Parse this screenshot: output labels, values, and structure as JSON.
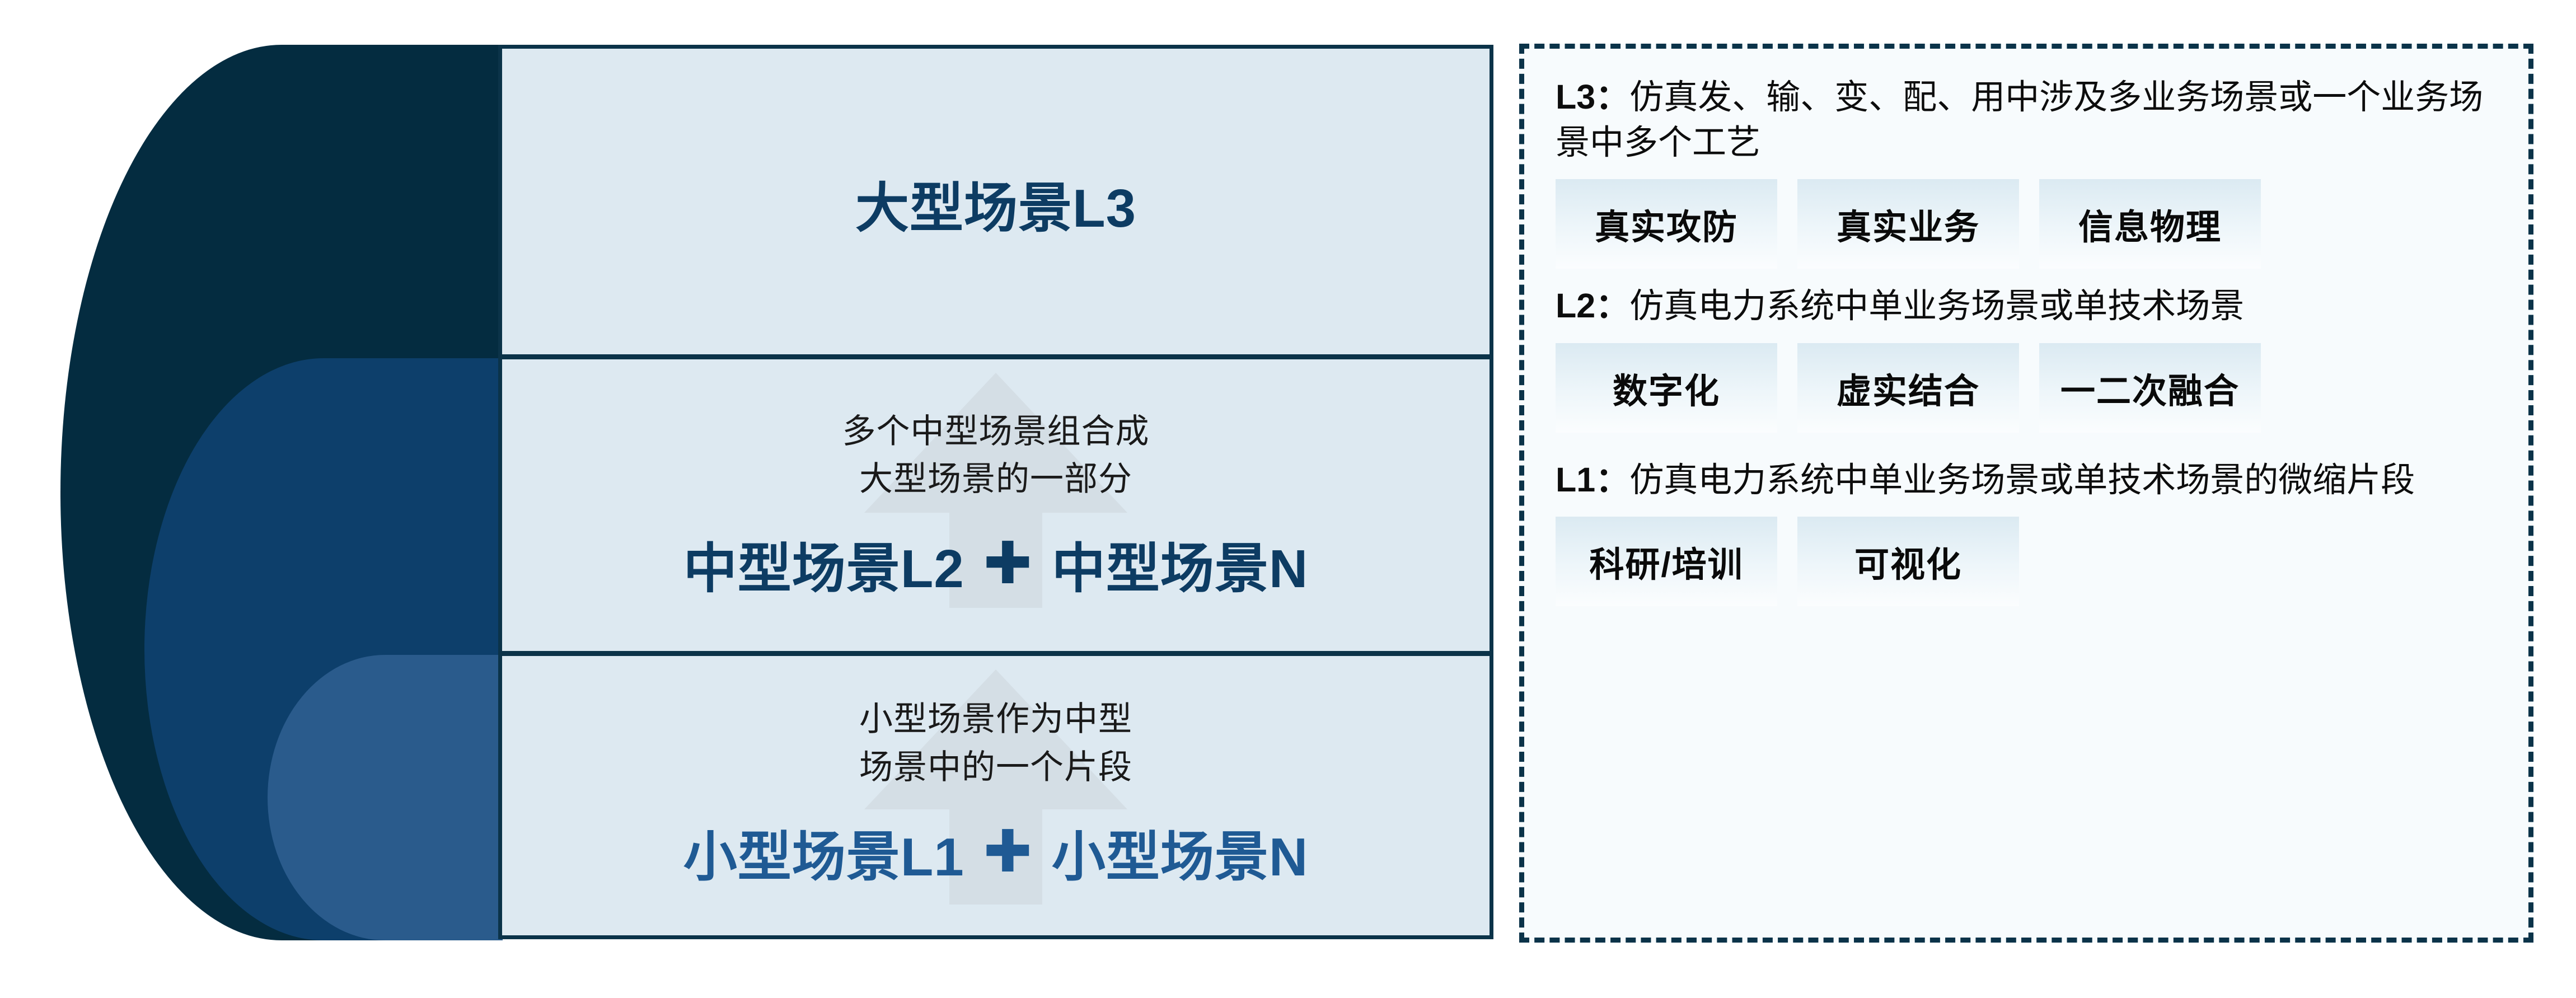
{
  "left_diagram": {
    "arcs": [
      {
        "name": "outer-arc",
        "color": "#042c40"
      },
      {
        "name": "middle-arc",
        "color": "#0d3f6b"
      },
      {
        "name": "inner-arc",
        "color": "#2a5b8c"
      }
    ],
    "tiers": [
      {
        "id": "l3",
        "desc_lines": [],
        "title": "大型场景L3",
        "plus": "",
        "title_right": "",
        "title_color": "#0d3c63"
      },
      {
        "id": "l2",
        "desc_lines": [
          "多个中型场景组合成",
          "大型场景的一部分"
        ],
        "title": "中型场景L2",
        "plus": "✚",
        "title_right": "中型场景N",
        "title_color": "#0d3c63"
      },
      {
        "id": "l1",
        "desc_lines": [
          "小型场景作为中型",
          "场景中的一个片段"
        ],
        "title": "小型场景L1",
        "plus": "✚",
        "title_right": "小型场景N",
        "title_color": "#1f5a94"
      }
    ]
  },
  "right_panel": {
    "levels": [
      {
        "label": "L3",
        "separator": "：",
        "description": "仿真发、输、变、配、用中涉及多业务场景或一个业务场景中多个工艺",
        "tags": [
          "真实攻防",
          "真实业务",
          "信息物理"
        ]
      },
      {
        "label": "L2",
        "separator": "：",
        "description": "仿真电力系统中单业务场景或单技术场景",
        "tags": [
          "数字化",
          "虚实结合",
          "一二次融合"
        ]
      },
      {
        "label": "L1",
        "separator": "：",
        "description": "仿真电力系统中单业务场景或单技术场景的微缩片段",
        "tags": [
          "科研/培训",
          "可视化"
        ]
      }
    ]
  },
  "colors": {
    "panel_bg": "#dde9f1",
    "panel_border": "#0b3349",
    "dashed_panel_bg": "#f7fbfd",
    "navy_text": "#0d3c63",
    "light_blue_text": "#1f5a94",
    "watermark": "#d4dee5"
  }
}
